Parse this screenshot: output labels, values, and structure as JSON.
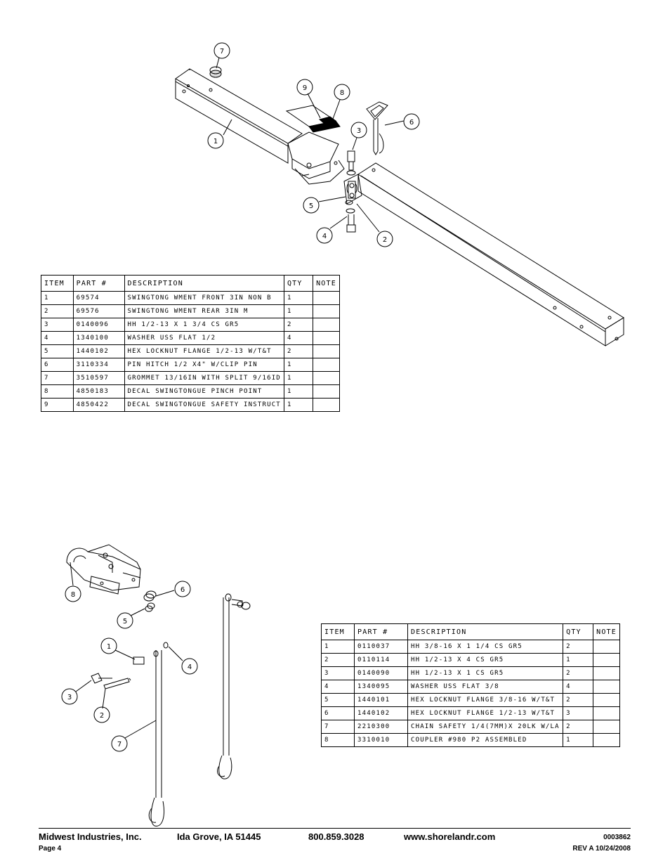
{
  "table1": {
    "headers": [
      "ITEM",
      "PART #",
      "DESCRIPTION",
      "QTY",
      "NOTE"
    ],
    "rows": [
      [
        "1",
        "69574",
        "SWINGTONG WMENT FRONT 3IN NON B",
        "1",
        ""
      ],
      [
        "2",
        "69576",
        "SWINGTONG WMENT REAR 3IN M",
        "1",
        ""
      ],
      [
        "3",
        "0140096",
        "HH 1/2-13 X 1 3/4 CS GR5",
        "2",
        ""
      ],
      [
        "4",
        "1340100",
        "WASHER USS FLAT 1/2",
        "4",
        ""
      ],
      [
        "5",
        "1440102",
        "HEX LOCKNUT FLANGE 1/2-13 W/T&T",
        "2",
        ""
      ],
      [
        "6",
        "3110334",
        "PIN HITCH 1/2 X4\" W/CLIP PIN",
        "1",
        ""
      ],
      [
        "7",
        "3510597",
        "GROMMET 13/16IN  WITH SPLIT 9/16ID",
        "1",
        ""
      ],
      [
        "8",
        "4850183",
        "DECAL SWINGTONGUE PINCH POINT",
        "1",
        ""
      ],
      [
        "9",
        "4850422",
        "DECAL SWINGTONGUE SAFETY INSTRUCT",
        "1",
        ""
      ]
    ]
  },
  "table2": {
    "headers": [
      "ITEM",
      "PART #",
      "DESCRIPTION",
      "QTY",
      "NOTE"
    ],
    "rows": [
      [
        "1",
        "0110037",
        "HH 3/8-16 X 1 1/4 CS GR5",
        "2",
        ""
      ],
      [
        "2",
        "0110114",
        "HH 1/2-13 X 4 CS GR5",
        "1",
        ""
      ],
      [
        "3",
        "0140090",
        "HH 1/2-13 X 1 CS GR5",
        "2",
        ""
      ],
      [
        "4",
        "1340095",
        "WASHER USS FLAT 3/8",
        "4",
        ""
      ],
      [
        "5",
        "1440101",
        "HEX LOCKNUT FLANGE 3/8-16 W/T&T",
        "2",
        ""
      ],
      [
        "6",
        "1440102",
        "HEX LOCKNUT FLANGE 1/2-13 W/T&T",
        "3",
        ""
      ],
      [
        "7",
        "2210300",
        "CHAIN SAFETY 1/4(7MM)X 20LK W/LA",
        "2",
        ""
      ],
      [
        "8",
        "3310010",
        "COUPLER #980 P2 ASSEMBLED",
        "1",
        ""
      ]
    ]
  },
  "callouts_top": [
    "7",
    "9",
    "8",
    "6",
    "3",
    "1",
    "5",
    "4",
    "2"
  ],
  "callouts_bottom": [
    "8",
    "6",
    "5",
    "1",
    "4",
    "3",
    "2",
    "7"
  ],
  "footer": {
    "company": "Midwest Industries, Inc.",
    "city": "Ida Grove, IA  51445",
    "phone": "800.859.3028",
    "website": "www.shorelandr.com",
    "doc_number": "0003862",
    "page": "Page 4",
    "revision": "REV A  10/24/2008"
  }
}
